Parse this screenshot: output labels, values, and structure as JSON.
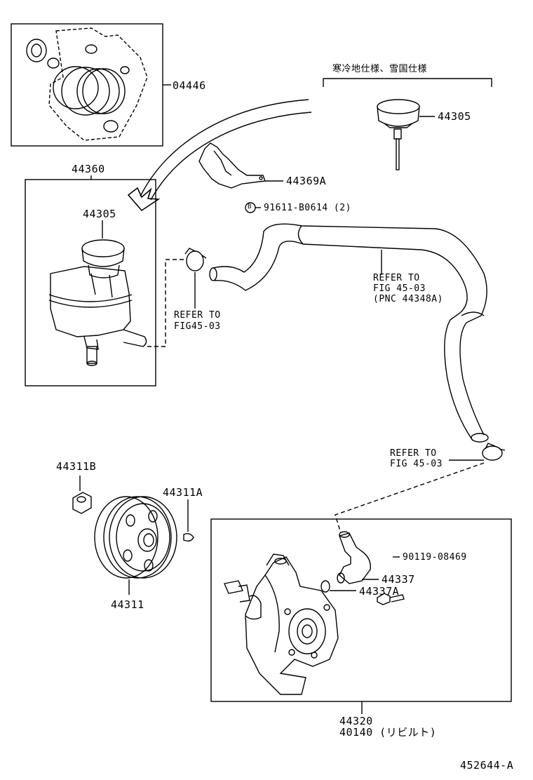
{
  "labels": {
    "kit": "04446",
    "reservoir_assy": "44360",
    "cap_in_assy": "44305",
    "cap_cold": "44305",
    "cold_spec": "寒冷地仕様、雪国仕様",
    "bracket": "44369A",
    "bolt_marker": "B",
    "bolt": "91611-B0614 (2)",
    "refer_hose_1": "REFER TO",
    "refer_hose_2": "FIG 45-03",
    "refer_hose_3": "(PNC 44348A)",
    "refer_left_1": "REFER TO",
    "refer_left_2": "FIG45-03",
    "refer_right_1": "REFER TO",
    "refer_right_2": "FIG 45-03",
    "nut": "44311B",
    "key": "44311A",
    "pulley": "44311",
    "bolt2": "90119-08469",
    "union": "44337",
    "oring": "44337A",
    "pump_1": "44320",
    "pump_2": "40140 (リビルト)",
    "figure_id": "452644-A"
  }
}
